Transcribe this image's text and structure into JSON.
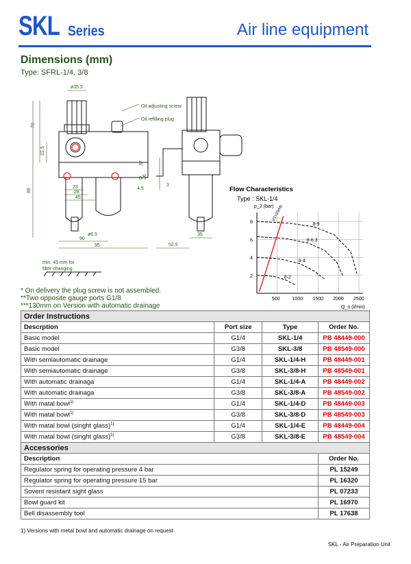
{
  "header": {
    "brand_main": "SKL",
    "brand_sub": "Series",
    "title": "Air line equipment",
    "accent_color": "#1e56c8"
  },
  "section": {
    "title": "Dimensions (mm)",
    "type_label": "Type: SFRL-1/4, 3/8"
  },
  "drawing": {
    "callouts": [
      "Oil adjusting screw",
      "Oil refilling plug"
    ],
    "dims": [
      "ø35.5",
      "70",
      "22.5",
      "99",
      "23",
      "28",
      "45",
      "37",
      "26",
      "8",
      "4.5",
      "3",
      "ø6.5",
      "90",
      "95",
      "52.5",
      "35"
    ],
    "clearance_note": "min. 45 mm for\nfilter changing"
  },
  "chart_data": {
    "type": "line",
    "title": "Flow Characteristics",
    "subtitle": "Type : SKL-1/4",
    "xlabel": "Q_n (l/min)",
    "ylabel": "p_2 (bar)",
    "x_ticks": [
      500,
      1000,
      1500,
      2000,
      2500
    ],
    "y_ticks": [
      2,
      4,
      6,
      8
    ],
    "xlim": [
      0,
      2600
    ],
    "ylim": [
      0,
      9
    ],
    "diagonal_label": "V1=25mb",
    "series": [
      {
        "name": "8-9",
        "x": [
          0,
          800,
          1400,
          1900,
          2300,
          2450
        ],
        "y": [
          8,
          7.8,
          7.4,
          6.5,
          4.6,
          2.2
        ]
      },
      {
        "name": "8-6.3",
        "x": [
          0,
          700,
          1250,
          1650,
          1950,
          2100
        ],
        "y": [
          6.3,
          6.1,
          5.6,
          4.8,
          3.5,
          2.0
        ]
      },
      {
        "name": "8-4",
        "x": [
          0,
          600,
          1050,
          1400,
          1650
        ],
        "y": [
          4,
          3.8,
          3.3,
          2.5,
          1.6
        ]
      },
      {
        "name": "8-2",
        "x": [
          0,
          400,
          700,
          950
        ],
        "y": [
          2,
          1.9,
          1.5,
          0.9
        ]
      }
    ]
  },
  "notes": [
    "*  On delivery the plug screw is not assembled.",
    "**Two opposite gauge ports G1/8",
    "***130mm on Version with automatic drainage"
  ],
  "order": {
    "section_title": "Order Instructions",
    "headers": [
      "Descrption",
      "Port size",
      "Type",
      "Order No."
    ],
    "rows": [
      {
        "desc": "Basic model",
        "port": "G1/4",
        "type": "SKL-1/4",
        "order": "PB 48449-000"
      },
      {
        "desc": "Basic model",
        "port": "G3/8",
        "type": "SKL-3/8",
        "order": "PB 48549-000"
      },
      {
        "desc": "With semiautomatic drainage",
        "port": "G1/4",
        "type": "SKL-1/4-H",
        "order": "PB 48449-001"
      },
      {
        "desc": "With semiautomatic drainage",
        "port": "G3/8",
        "type": "SKL-3/8-H",
        "order": "PB 48549-001"
      },
      {
        "desc": "With automatic drainaga",
        "port": "G1/4",
        "type": "SKL-1/4-A",
        "order": "PB 48449-002"
      },
      {
        "desc": "With automatic drainaga",
        "port": "G3/8",
        "type": "SKL-3/8-A",
        "order": "PB 48549-002"
      },
      {
        "desc": "With matal bowl",
        "sup": "1)",
        "port": "G1/4",
        "type": "SKL-1/4-D",
        "order": "PB 48449-003"
      },
      {
        "desc": "With matal bowl",
        "sup": "1)",
        "port": "G3/8",
        "type": "SKL-3/8-D",
        "order": "PB 48549-003"
      },
      {
        "desc": "With matal bowl (singht glass)",
        "sup": "1)",
        "port": "G1/4",
        "type": "SKL-1/4-E",
        "order": "PB 48449-004"
      },
      {
        "desc": "With matal bowl (singht glass)",
        "sup": "1)",
        "port": "G3/8",
        "type": "SKL-3/8-E",
        "order": "PB 48549-004"
      }
    ],
    "order_color": "#e00000"
  },
  "accessories": {
    "section_title": "Accessories",
    "headers": [
      "Description",
      "Order No."
    ],
    "rows": [
      {
        "desc": "Regulator spring for operating pressure 4 bar",
        "order": "PL 15249"
      },
      {
        "desc": "Regulator spring for operating pressure 15 bar",
        "order": "PL 16320"
      },
      {
        "desc": "Sovent resistant sight glass",
        "order": "PL 07233"
      },
      {
        "desc": "Bowl guard kit",
        "order": "PL 16970"
      },
      {
        "desc": "Bell disassembly tool",
        "order": "PL 17638"
      }
    ]
  },
  "footnote": "1) Versions with metal bowl and automatic drainage on request",
  "footer": "SKL - Air Preparation Unit"
}
